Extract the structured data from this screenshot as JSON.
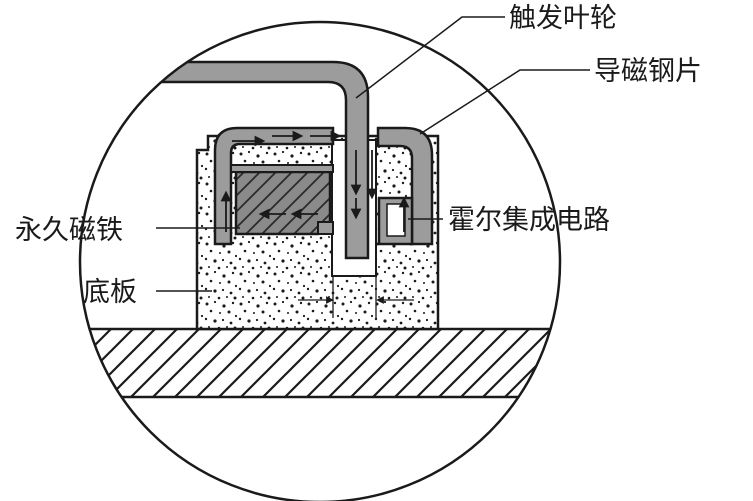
{
  "labels": {
    "trigger_wheel": "触发叶轮",
    "magnetic_steel_sheet": "导磁钢片",
    "permanent_magnet": "永久磁铁",
    "hall_ic": "霍尔集成电路",
    "base_plate": "底板"
  },
  "colors": {
    "ink": "#1a1a1a",
    "steel": "#9c9c9c",
    "magnet": "#8a8a8a",
    "housing": "#ffffff",
    "hatch": "#1a1a1a"
  },
  "icons": {
    "flux_arrow": "arrow-icon"
  }
}
